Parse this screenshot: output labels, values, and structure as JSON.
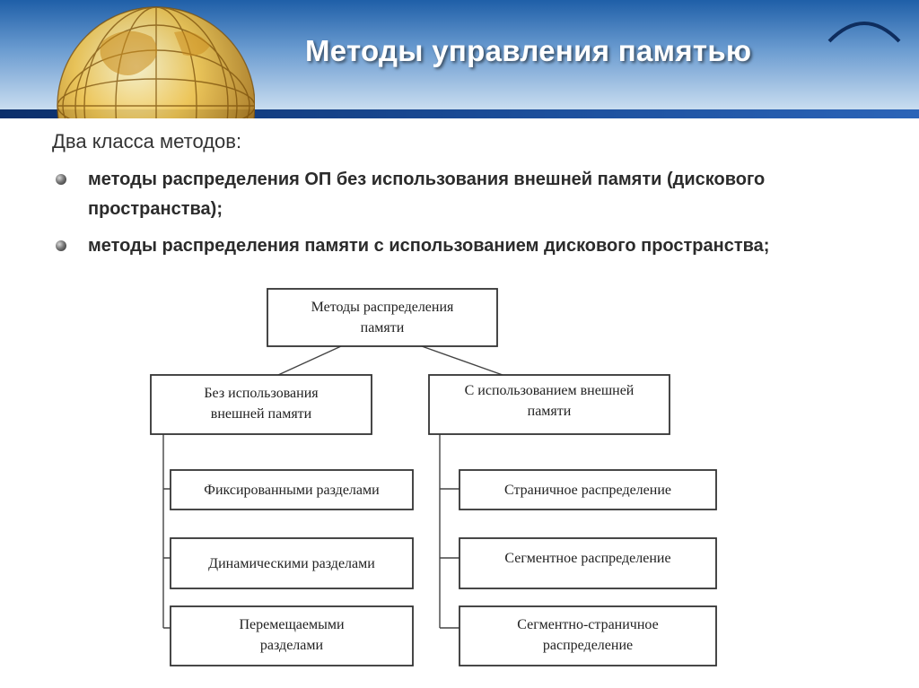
{
  "slide": {
    "title": "Методы управления памятью",
    "intro": "Два класса методов:",
    "bullets": [
      "методы распределения ОП без использования внешней памяти (дискового пространства);",
      "методы распределения памяти с использованием дискового пространства;"
    ]
  },
  "diagram": {
    "root": [
      "Методы распределения",
      "памяти"
    ],
    "left_branch": [
      "Без использования",
      "внешней памяти"
    ],
    "right_branch": [
      "С использованием внешней",
      "памяти"
    ],
    "left_items": [
      [
        "Фиксированными разделами"
      ],
      [
        "Динамическими разделами"
      ],
      [
        "Перемещаемыми",
        "разделами"
      ]
    ],
    "right_items": [
      [
        "Страничное распределение"
      ],
      [
        "Сегментное распределение"
      ],
      [
        "Сегментно-страничное",
        "распределение"
      ]
    ]
  },
  "colors": {
    "header_top": "#1f5fa8",
    "header_bottom": "#c9ddf0",
    "accent_bar": "#0b2f6b",
    "title_text": "#ffffff",
    "body_text": "#2b2b2b"
  },
  "icons": [
    "globe-icon",
    "bullet-icon",
    "arc-decoration"
  ]
}
